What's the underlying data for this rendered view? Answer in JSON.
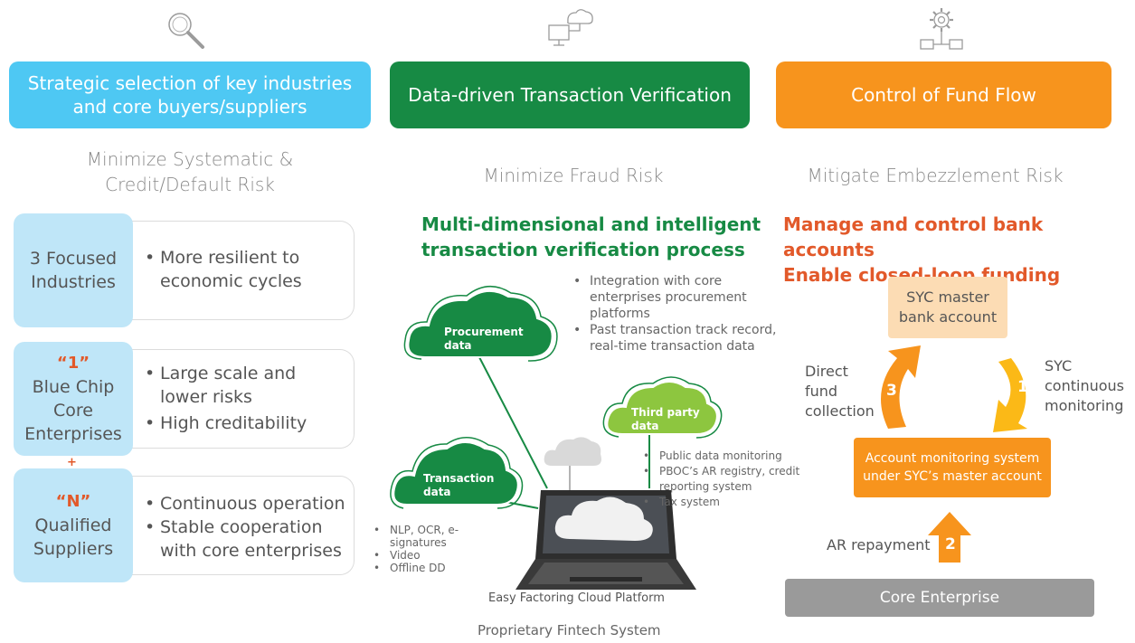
{
  "columns": [
    {
      "icon": "magnifier-icon",
      "banner": [
        "Strategic selection of key industries",
        "and core buyers/suppliers"
      ],
      "risk": [
        "Minimize Systematic &",
        "Credit/Default Risk"
      ]
    },
    {
      "icon": "cloud-computer-icon",
      "banner": [
        "Data-driven Transaction Verification"
      ],
      "risk": [
        "Minimize Fraud Risk"
      ],
      "heading": [
        "Multi-dimensional and intelligent",
        "transaction verification process"
      ]
    },
    {
      "icon": "gear-network-icon",
      "banner": [
        "Control of Fund Flow"
      ],
      "risk": [
        "Mitigate Embezzlement Risk"
      ],
      "heading": [
        "Manage and control bank accounts",
        "Enable closed-loop funding"
      ]
    }
  ],
  "pillars": [
    {
      "quote": "",
      "label": [
        "3 Focused",
        "Industries"
      ],
      "bullets": [
        "More resilient to economic cycles"
      ]
    },
    {
      "quote": "“1”",
      "label": [
        "Blue Chip",
        "Core",
        "Enterprises"
      ],
      "bullets": [
        "Large scale and lower risks",
        "High creditability"
      ]
    },
    {
      "quote": "“N”",
      "label": [
        "Qualified",
        "Suppliers"
      ],
      "bullets": [
        "Continuous operation",
        "Stable cooperation with core enterprises"
      ]
    }
  ],
  "plus": "+",
  "clouds": {
    "procurement": [
      "Procurement",
      "data"
    ],
    "third_party": [
      "Third party",
      "data"
    ],
    "transaction": [
      "Transaction",
      "data"
    ]
  },
  "lists": {
    "procurement": [
      "Integration with core enterprises procurement platforms",
      "Past transaction track record, real-time transaction data"
    ],
    "third_party": [
      "Public data monitoring",
      "PBOC’s AR registry, credit reporting system",
      "Tax system"
    ],
    "transaction": [
      "NLP, OCR, e-signatures",
      "Video",
      "Offline DD"
    ]
  },
  "platform_label": "Easy Factoring Cloud Platform",
  "system_label": "Proprietary Fintech System",
  "flow": {
    "master": [
      "SYC master",
      "bank account"
    ],
    "monitor": [
      "Account monitoring system",
      "under SYC’s master account"
    ],
    "core": "Core Enterprise",
    "step1": {
      "num": "1",
      "label": [
        "SYC",
        "continuous",
        "monitoring"
      ]
    },
    "step2": {
      "num": "2",
      "label": "AR repayment"
    },
    "step3": {
      "num": "3",
      "label": [
        "Direct",
        "fund",
        "collection"
      ]
    }
  },
  "colors": {
    "blue": "#4ec8f3",
    "green": "#178a44",
    "orange": "#f7941d",
    "red_heading": "#e2592a",
    "pale_blue": "#bfe6f8",
    "gray_bar": "#9a9a9a"
  }
}
